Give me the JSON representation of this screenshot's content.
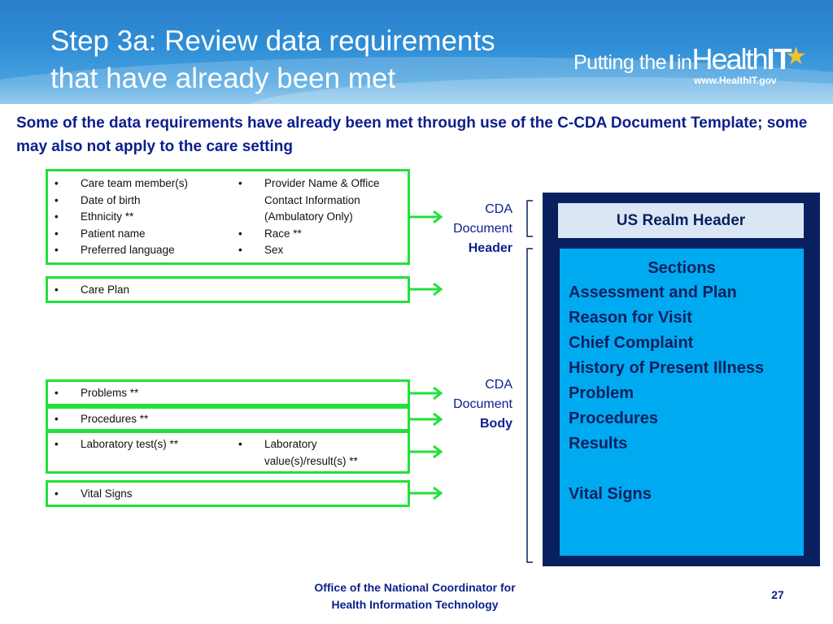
{
  "header": {
    "title_line1": "Step 3a: Review data requirements",
    "title_line2": "that have already been met",
    "logo": {
      "part1": "Putting the",
      "part2": "I",
      "part3": "in",
      "part4": "Health",
      "part5": "IT",
      "url": "www.HealthIT.gov"
    },
    "star_color": "#f2c230"
  },
  "subtitle": "Some of the data requirements have already been met through use of the C-CDA Document Template; some may also not apply to the care setting",
  "boxes": {
    "demographics": {
      "col1": [
        "Care team member(s)",
        "Date of birth",
        "Ethnicity **",
        "Patient name",
        "Preferred language"
      ],
      "col2": [
        "Provider Name & Office",
        "Contact Information",
        "(Ambulatory Only)",
        "Race **",
        "Sex"
      ]
    },
    "care_plan": [
      "Care Plan"
    ],
    "problems": [
      "Problems **"
    ],
    "procedures": [
      "Procedures **"
    ],
    "lab": {
      "col1": [
        "Laboratory test(s) **"
      ],
      "col2": [
        "Laboratory",
        "value(s)/result(s) **"
      ]
    },
    "vital_signs": [
      "Vital Signs"
    ]
  },
  "cda_header_label": {
    "line1": "CDA",
    "line2": "Document",
    "line3": "Header"
  },
  "cda_body_label": {
    "line1": "CDA",
    "line2": "Document",
    "line3": "Body"
  },
  "panel": {
    "realm_header": "US Realm Header",
    "sections_title": "Sections",
    "sections": [
      "Assessment and Plan",
      "Reason for Visit",
      "Chief Complaint",
      "History of Present Illness",
      "Problem",
      "Procedures",
      "Results"
    ],
    "sections_last": "Vital Signs"
  },
  "footer": {
    "line1": "Office of the National Coordinator for",
    "line2": "Health Information Technology",
    "page_number": "27"
  },
  "colors": {
    "accent_green": "#22e13a",
    "navy": "#0a205e",
    "text_blue": "#0b1f8c",
    "sections_blue": "#00aaf0",
    "realm_bg": "#dbe6f5"
  }
}
